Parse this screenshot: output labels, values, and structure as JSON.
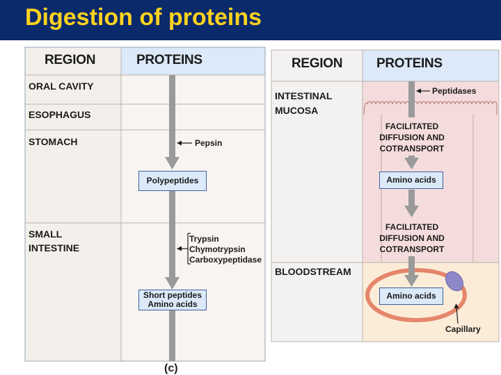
{
  "title": "Digestion of proteins",
  "colors": {
    "title_bg": "#0b2a6b",
    "title_text": "#ffd21f",
    "header_bg": "#dbe9f8",
    "mucosa_bg": "#f5dcdc",
    "bloodstream_bg": "#fbecd8",
    "arrow": "#999999"
  },
  "left_panel": {
    "region_header": "REGION",
    "proteins_header": "PROTEINS",
    "regions": [
      "ORAL CAVITY",
      "ESOPHAGUS",
      "STOMACH",
      "SMALL",
      "INTESTINE"
    ],
    "enzymes": {
      "stomach": "Pepsin",
      "small_intestine": [
        "Trypsin",
        "Chymotrypsin",
        "Carboxypeptidase"
      ]
    },
    "products": {
      "stomach": "Polypeptides",
      "small_intestine": [
        "Short peptides",
        "Amino acids"
      ]
    },
    "caption": "(c)"
  },
  "right_panel": {
    "region_header": "REGION",
    "proteins_header": "PROTEINS",
    "regions": [
      "INTESTINAL",
      "MUCOSA",
      "BLOODSTREAM"
    ],
    "enzyme": "Peptidases",
    "processes": [
      [
        "FACILITATED",
        "DIFFUSION AND",
        "COTRANSPORT"
      ],
      [
        "FACILITATED",
        "DIFFUSION AND",
        "COTRANSPORT"
      ]
    ],
    "products": [
      "Amino acids",
      "Amino acids"
    ],
    "capillary_label": "Capillary"
  }
}
